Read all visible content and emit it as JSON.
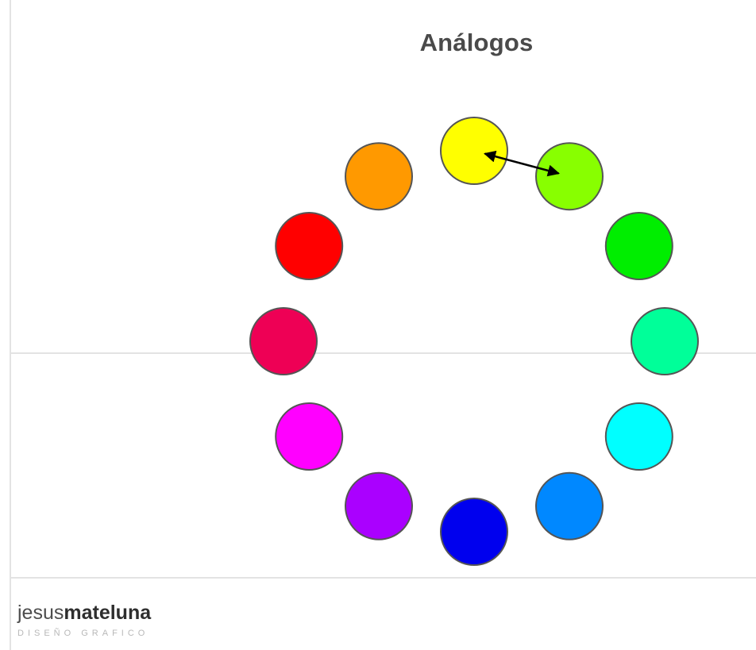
{
  "title": "Análogos",
  "wheel": {
    "start_color": "yellow",
    "direction": "clockwise",
    "colors": [
      {
        "name": "yellow",
        "hex": "#ffff00"
      },
      {
        "name": "yellow-green",
        "hex": "#88ff00"
      },
      {
        "name": "green",
        "hex": "#00ee00"
      },
      {
        "name": "spring-green",
        "hex": "#00ff99"
      },
      {
        "name": "cyan",
        "hex": "#00ffff"
      },
      {
        "name": "azure",
        "hex": "#0088ff"
      },
      {
        "name": "blue",
        "hex": "#0000ee"
      },
      {
        "name": "violet",
        "hex": "#aa00ff"
      },
      {
        "name": "magenta",
        "hex": "#ff00ff"
      },
      {
        "name": "rose",
        "hex": "#ee0055"
      },
      {
        "name": "red",
        "hex": "#ff0000"
      },
      {
        "name": "orange",
        "hex": "#ff9900"
      }
    ],
    "analogous_pair": [
      "yellow",
      "yellow-green"
    ],
    "arrow": "double-headed",
    "outline_color": "#555555"
  },
  "logo": {
    "wordmark_light": "jesus",
    "wordmark_bold": "mateluna",
    "tagline": "DISEÑO GRAFICO",
    "text_color": "#333333",
    "tagline_color": "#b8b8b8"
  }
}
